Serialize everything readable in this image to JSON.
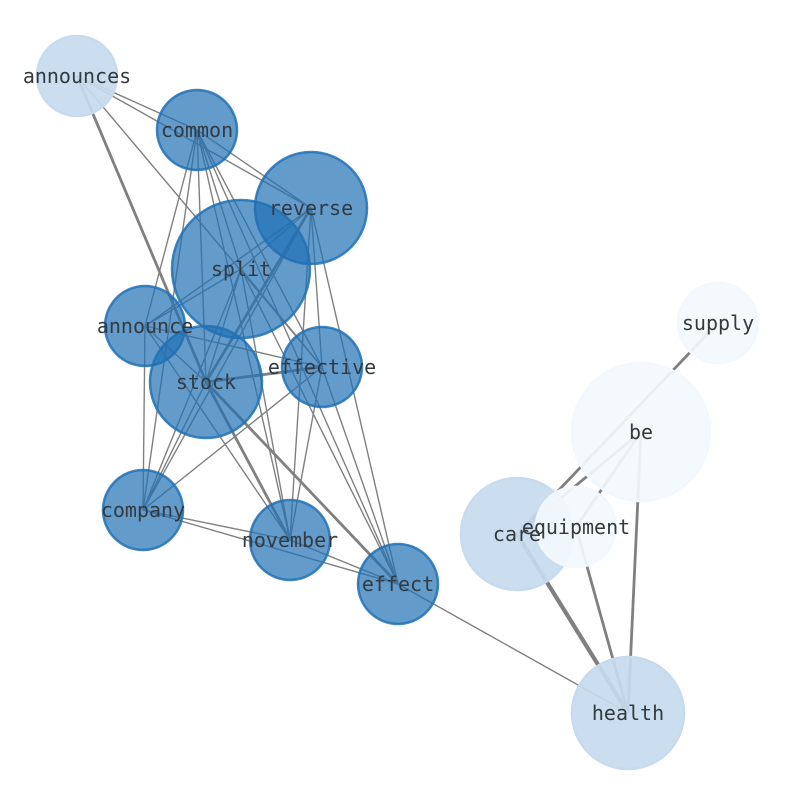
{
  "colors": {
    "edge": "#808080",
    "high": "#2171b5",
    "mid": "#c6dbef",
    "low": "#f2f8fd",
    "label": "#333a40"
  },
  "nodes": [
    {
      "id": "announces",
      "label": "announces",
      "tier": "mid"
    },
    {
      "id": "common",
      "label": "common",
      "tier": "high"
    },
    {
      "id": "reverse",
      "label": "reverse",
      "tier": "high"
    },
    {
      "id": "split",
      "label": "split",
      "tier": "high"
    },
    {
      "id": "announce",
      "label": "announce",
      "tier": "high"
    },
    {
      "id": "stock",
      "label": "stock",
      "tier": "high"
    },
    {
      "id": "effective",
      "label": "effective",
      "tier": "high"
    },
    {
      "id": "company",
      "label": "company",
      "tier": "high"
    },
    {
      "id": "november",
      "label": "november",
      "tier": "high"
    },
    {
      "id": "effect",
      "label": "effect",
      "tier": "high"
    },
    {
      "id": "supply",
      "label": "supply",
      "tier": "low"
    },
    {
      "id": "be",
      "label": "be",
      "tier": "low"
    },
    {
      "id": "care",
      "label": "care",
      "tier": "mid"
    },
    {
      "id": "equipment",
      "label": "equipment",
      "tier": "low"
    },
    {
      "id": "health",
      "label": "health",
      "tier": "mid"
    }
  ],
  "edges": [
    [
      "announces",
      "common",
      1
    ],
    [
      "announces",
      "reverse",
      1
    ],
    [
      "announces",
      "stock",
      2
    ],
    [
      "announces",
      "effective",
      1
    ],
    [
      "common",
      "reverse",
      1
    ],
    [
      "common",
      "split",
      1
    ],
    [
      "common",
      "announce",
      1
    ],
    [
      "common",
      "stock",
      1
    ],
    [
      "common",
      "effective",
      1
    ],
    [
      "common",
      "company",
      1
    ],
    [
      "common",
      "november",
      1
    ],
    [
      "common",
      "effect",
      1
    ],
    [
      "reverse",
      "split",
      1
    ],
    [
      "reverse",
      "announce",
      1
    ],
    [
      "reverse",
      "stock",
      2
    ],
    [
      "reverse",
      "company",
      1
    ],
    [
      "reverse",
      "effective",
      1
    ],
    [
      "reverse",
      "november",
      1
    ],
    [
      "reverse",
      "effect",
      1
    ],
    [
      "split",
      "announce",
      1
    ],
    [
      "split",
      "stock",
      1
    ],
    [
      "split",
      "company",
      1
    ],
    [
      "split",
      "effective",
      1
    ],
    [
      "split",
      "november",
      1
    ],
    [
      "split",
      "effect",
      1
    ],
    [
      "announce",
      "stock",
      1
    ],
    [
      "announce",
      "effective",
      1
    ],
    [
      "announce",
      "company",
      1
    ],
    [
      "announce",
      "november",
      1
    ],
    [
      "stock",
      "effective",
      2
    ],
    [
      "stock",
      "company",
      1
    ],
    [
      "stock",
      "november",
      2
    ],
    [
      "stock",
      "effect",
      2
    ],
    [
      "effective",
      "company",
      1
    ],
    [
      "effective",
      "november",
      1
    ],
    [
      "effective",
      "effect",
      1
    ],
    [
      "company",
      "november",
      1
    ],
    [
      "company",
      "effect",
      1
    ],
    [
      "november",
      "effect",
      1
    ],
    [
      "effect",
      "health",
      1
    ],
    [
      "care",
      "health",
      3
    ],
    [
      "care",
      "be",
      2
    ],
    [
      "care",
      "supply",
      2
    ],
    [
      "equipment",
      "health",
      2
    ],
    [
      "equipment",
      "be",
      2
    ],
    [
      "be",
      "health",
      2
    ]
  ]
}
